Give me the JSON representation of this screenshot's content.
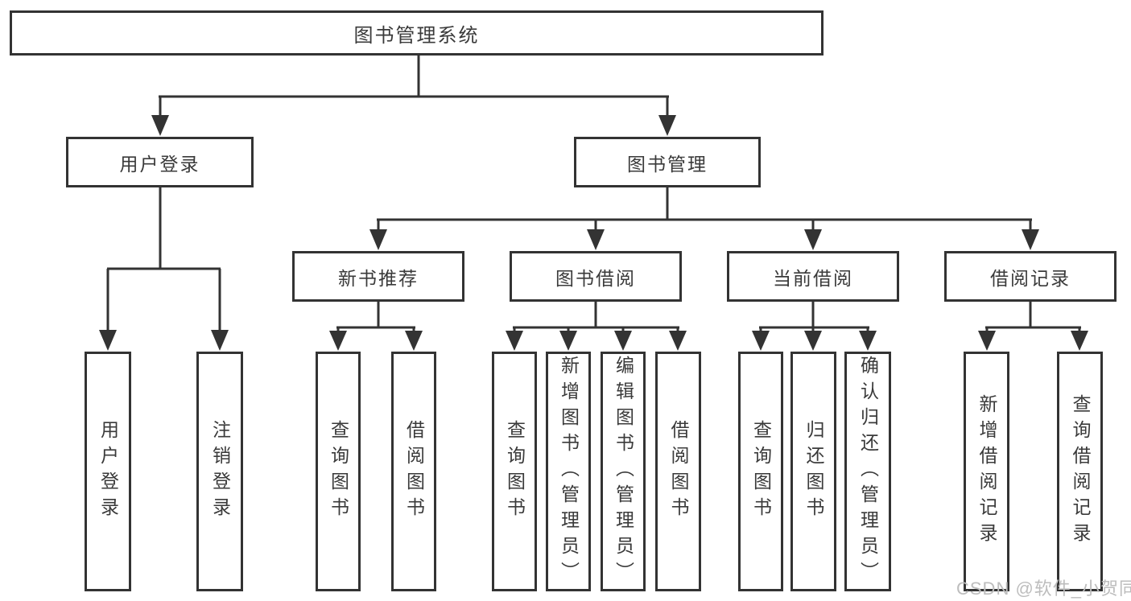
{
  "diagram": {
    "title_node": "图书管理系统",
    "nodes": {
      "root": "图书管理系统",
      "level2": [
        "用户登录",
        "图书管理"
      ],
      "level3": [
        "新书推荐",
        "图书借阅",
        "当前借阅",
        "借阅记录"
      ],
      "user": [
        "用户登录",
        "注销登录"
      ],
      "recommend": [
        "查询图书",
        "借阅图书"
      ],
      "borrow": [
        "查询图书",
        "新增图书（管理员）",
        "编辑图书（管理员）",
        "借阅图书"
      ],
      "current": [
        "查询图书",
        "归还图书",
        "确认归还（管理员）"
      ],
      "records": [
        "新增借阅记录",
        "查询借阅记录"
      ]
    },
    "colors": {
      "line": "#333333",
      "text": "#3a3a3a",
      "background": "#ffffff",
      "watermark": "#bdbdbd"
    }
  },
  "watermark": "CSDN @软件_小贺同学"
}
